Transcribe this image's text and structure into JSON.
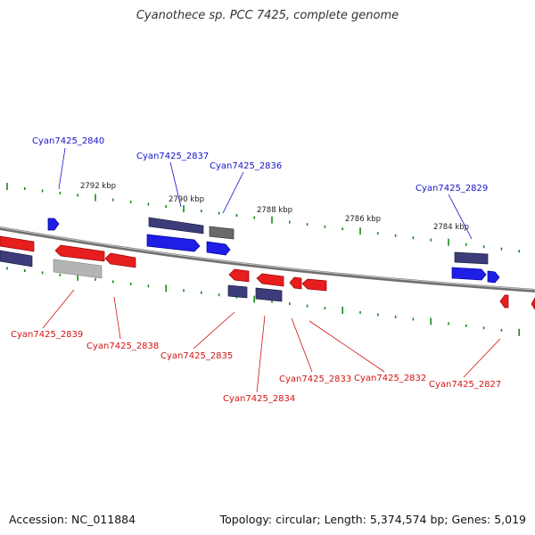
{
  "title": "Cyanothece sp. PCC 7425, complete genome",
  "accession": "Accession: NC_011884",
  "topology": "Topology: circular; Length: 5,374,574 bp; Genes: 5,019",
  "ruler_labels": [
    "2792 kbp",
    "2790 kbp",
    "2788 kbp",
    "2786 kbp",
    "2784 kbp"
  ],
  "gene_labels": {
    "top": [
      "Cyan7425_2840",
      "Cyan7425_2837",
      "Cyan7425_2836",
      "Cyan7425_2829"
    ],
    "bottom": [
      "Cyan7425_2839",
      "Cyan7425_2838",
      "Cyan7425_2835",
      "Cyan7425_2834",
      "Cyan7425_2833",
      "Cyan7425_2832",
      "Cyan7425_2827"
    ]
  },
  "colors": {
    "forward_strand": "#0000ee",
    "reverse_strand": "#ee0000",
    "tick": "#1a8a1a",
    "backbone": "#808080",
    "gene_navy": "#3c3c78"
  }
}
